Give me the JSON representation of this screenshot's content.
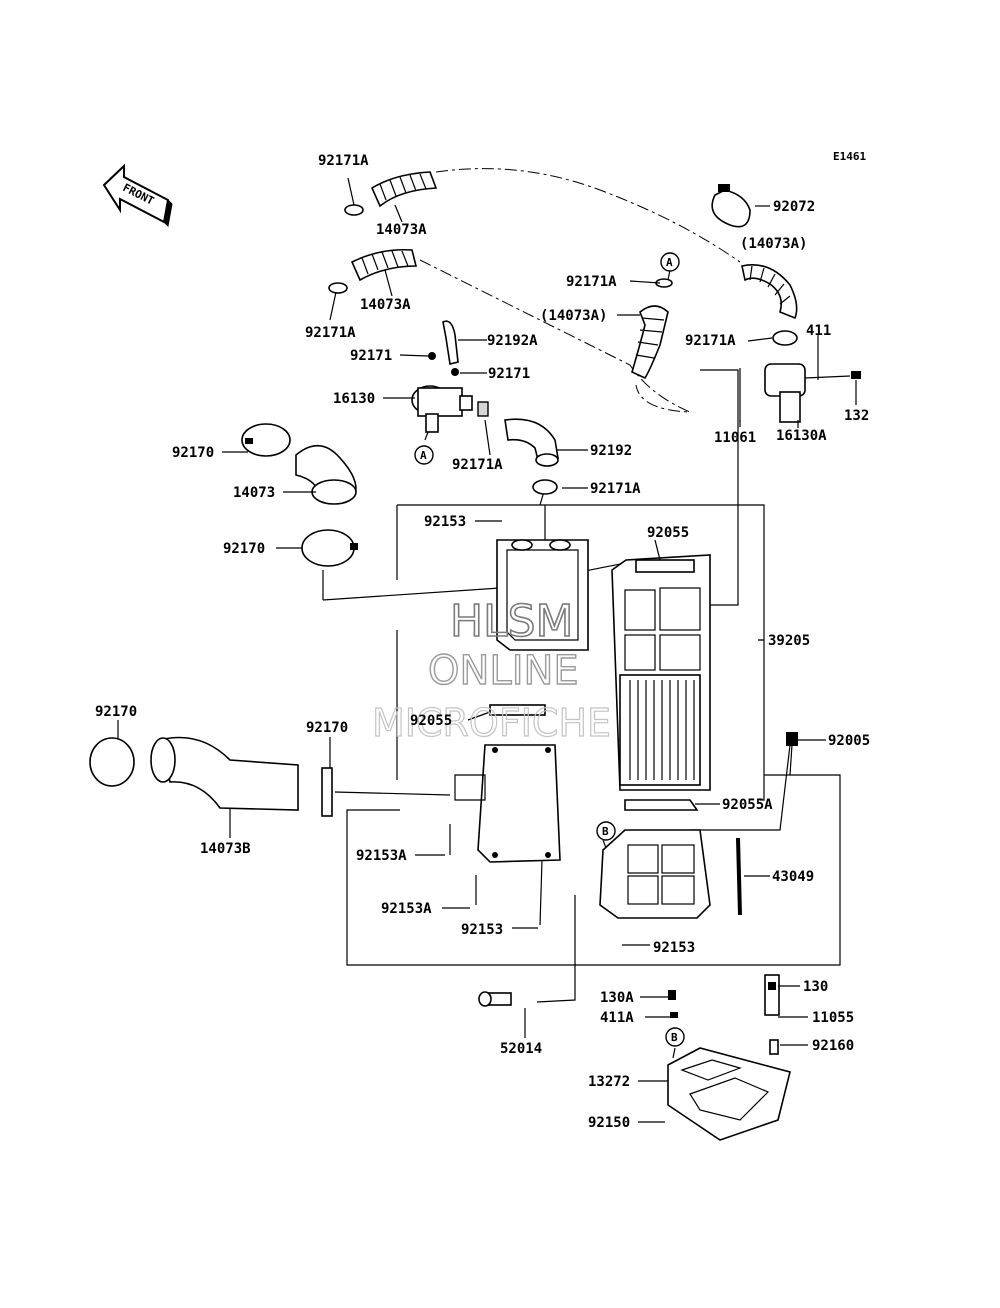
{
  "diagram_code": "E1461",
  "front_label": "FRONT",
  "watermark": {
    "line1": "HLSM",
    "line2": "ONLINE",
    "line3": "MICROFICHE"
  },
  "callouts": {
    "a_top": "A",
    "a_bottom": "A",
    "b_top": "B",
    "b_bottom": "B"
  },
  "labels": {
    "l_92171A_1": "92171A",
    "l_14073A_1": "14073A",
    "l_14073A_2": "14073A",
    "l_92171A_2": "92171A",
    "l_92072": "92072",
    "l_14073A_p1": "(14073A)",
    "l_92171A_3": "92171A",
    "l_14073A_p2": "(14073A)",
    "l_92192A": "92192A",
    "l_92171_1": "92171",
    "l_92171_2": "92171",
    "l_16130": "16130",
    "l_92171A_4": "92171A",
    "l_411": "411",
    "l_132": "132",
    "l_11061": "11061",
    "l_16130A": "16130A",
    "l_92170_1": "92170",
    "l_92192": "92192",
    "l_14073": "14073",
    "l_92171A_5": "92171A",
    "l_92171A_6": "92171A",
    "l_92153_1": "92153",
    "l_92055_1": "92055",
    "l_92170_2": "92170",
    "l_39205": "39205",
    "l_92055_2": "92055",
    "l_92170_3": "92170",
    "l_92170_4": "92170",
    "l_92005": "92005",
    "l_14073B": "14073B",
    "l_92055A": "92055A",
    "l_92153A_1": "92153A",
    "l_43049": "43049",
    "l_92153A_2": "92153A",
    "l_92153_2": "92153",
    "l_92153_3": "92153",
    "l_130A": "130A",
    "l_130": "130",
    "l_411A": "411A",
    "l_11055": "11055",
    "l_52014": "52014",
    "l_92160": "92160",
    "l_13272": "13272",
    "l_92150": "92150"
  }
}
